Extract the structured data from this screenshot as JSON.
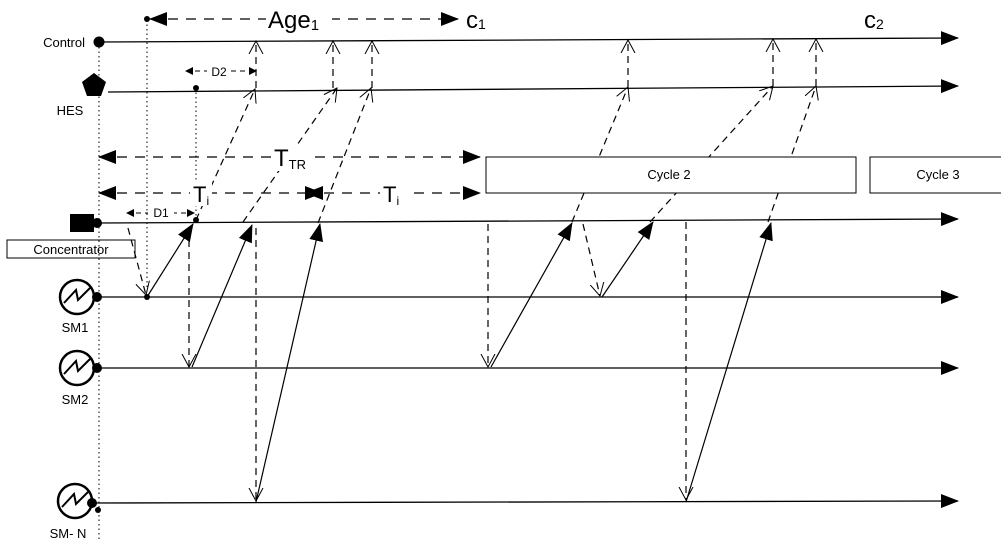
{
  "actors": {
    "control": "Control",
    "hes": "HES",
    "concentrator": "Concentrator",
    "sm1": "SM1",
    "sm2": "SM2",
    "smn": "SM- N"
  },
  "labels": {
    "age": "Age",
    "age_sub": "1",
    "c1": "c",
    "c1_sub": "1",
    "c2": "c",
    "c2_sub": "2",
    "d2": "D2",
    "d1": "D1",
    "ttr": "T",
    "ttr_sub": "TR",
    "ti1": "T",
    "ti1_sub": "i",
    "ti2": "T",
    "ti2_sub": "i"
  },
  "cycles": {
    "cycle2": "Cycle 2",
    "cycle3": "Cycle 3"
  },
  "colors": {
    "line": "#000000",
    "background": "#ffffff"
  }
}
